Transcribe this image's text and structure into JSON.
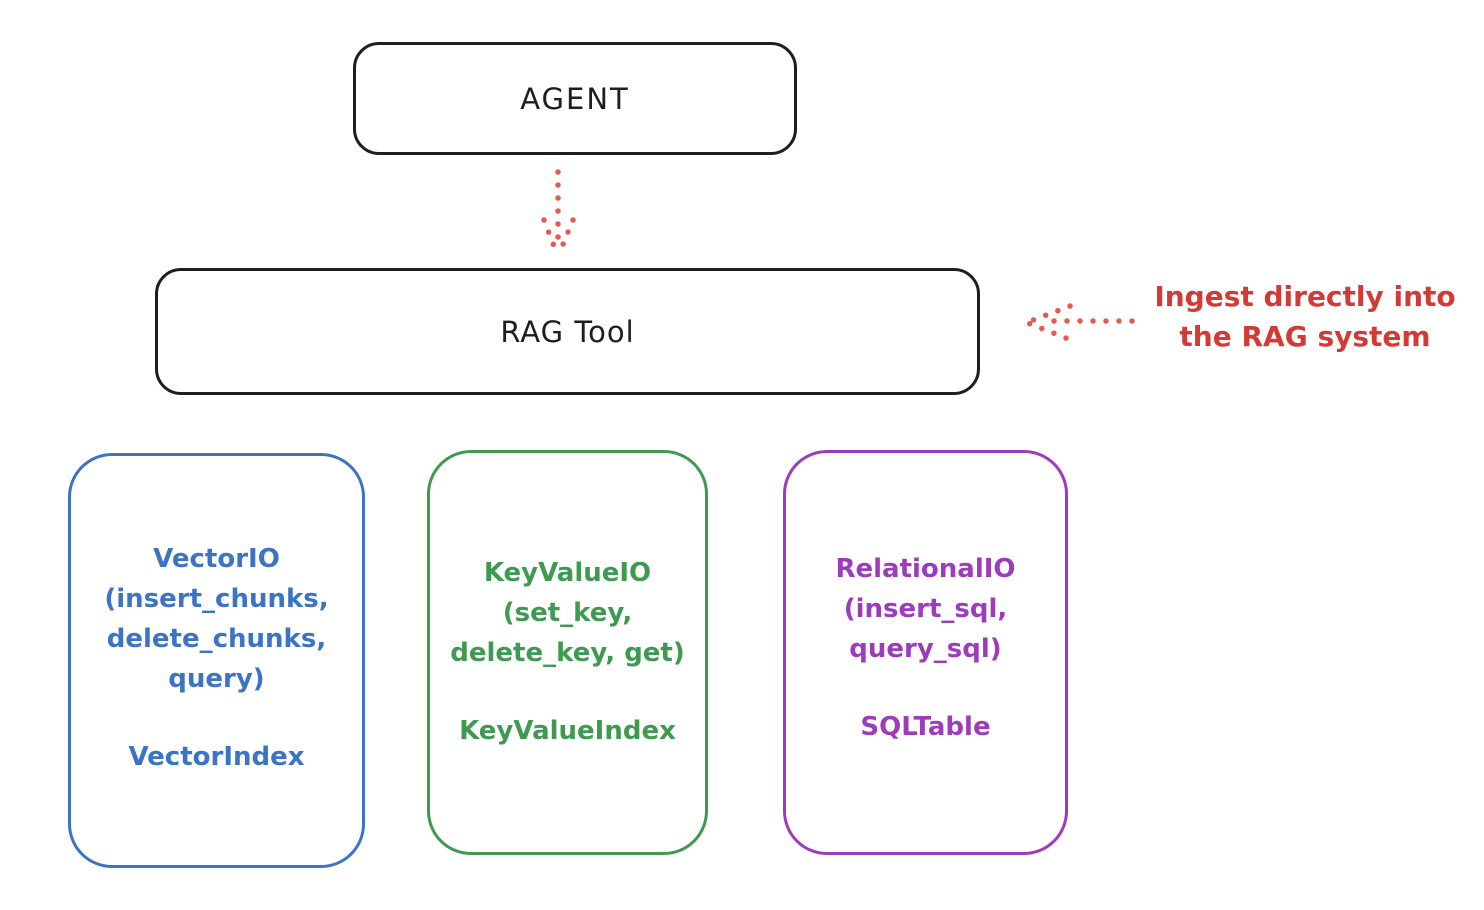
{
  "colors": {
    "ink": "#1e1e1e",
    "accent_blue": "#3b74c4",
    "accent_green": "#3d9a50",
    "accent_purple": "#9d3bbd",
    "accent_red_text": "#d23b35",
    "accent_red_arrow": "#e05c55"
  },
  "nodes": {
    "agent": {
      "label": "AGENT"
    },
    "rag_tool": {
      "label": "RAG Tool"
    }
  },
  "annotation": {
    "line1": "Ingest directly into",
    "line2": "the RAG system"
  },
  "stores": [
    {
      "id": "vector-io",
      "color": "#3b74c4",
      "lines": [
        "VectorIO",
        "(insert_chunks,",
        "delete_chunks,",
        "query)"
      ],
      "index_name": "VectorIndex"
    },
    {
      "id": "key-value-io",
      "color": "#3d9a50",
      "lines": [
        "KeyValueIO",
        "(set_key,",
        "delete_key, get)"
      ],
      "index_name": "KeyValueIndex"
    },
    {
      "id": "relational-io",
      "color": "#9d3bbd",
      "lines": [
        "RelationalIO",
        "(insert_sql,",
        "query_sql)"
      ],
      "index_name": "SQLTable"
    }
  ]
}
